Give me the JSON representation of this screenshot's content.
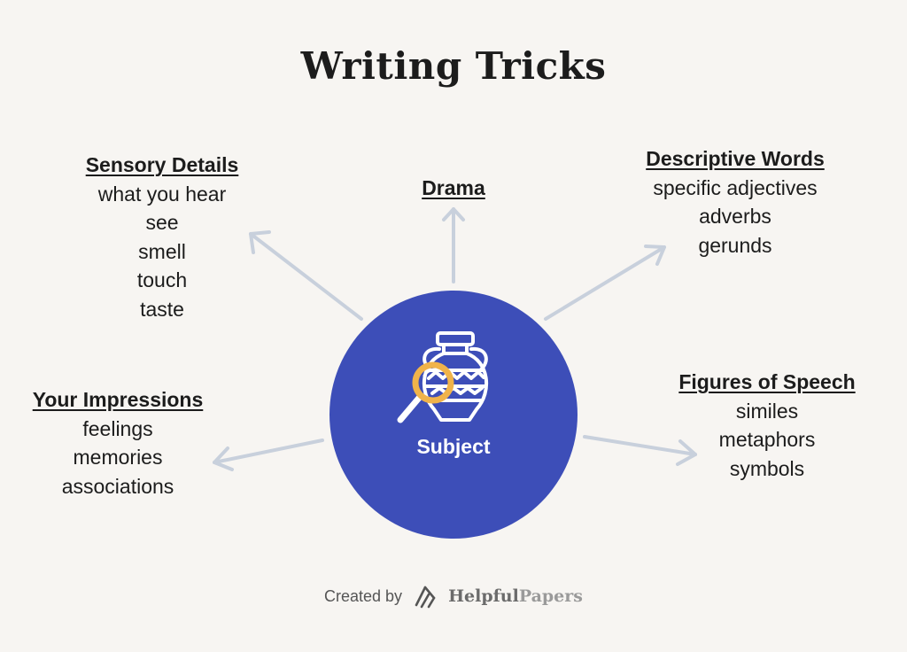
{
  "title": "Writing Tricks",
  "center": {
    "label": "Subject",
    "icon": "vase-magnifier-icon"
  },
  "groups": {
    "sensory": {
      "heading": "Sensory Details",
      "items": [
        "what you hear",
        "see",
        "smell",
        "touch",
        "taste"
      ]
    },
    "drama": {
      "heading": "Drama",
      "items": []
    },
    "descriptive": {
      "heading": "Descriptive Words",
      "items": [
        "specific adjectives",
        "adverbs",
        "gerunds"
      ]
    },
    "impressions": {
      "heading": "Your Impressions",
      "items": [
        "feelings",
        "memories",
        "associations"
      ]
    },
    "figures": {
      "heading": "Figures of Speech",
      "items": [
        "similes",
        "metaphors",
        "symbols"
      ]
    }
  },
  "footer": {
    "created_by": "Created by",
    "brand_part1": "Helpful",
    "brand_part2": "Papers"
  },
  "colors": {
    "circle": "#3d4eb8",
    "arrow": "#c8d0dc",
    "accent": "#f0b34a",
    "background": "#f7f5f2"
  }
}
